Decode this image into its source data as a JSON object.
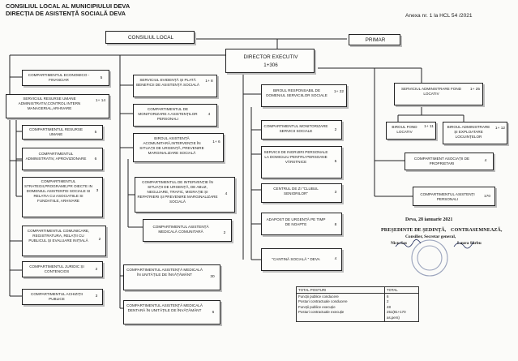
{
  "header": {
    "line1": "CONSILIUL LOCAL AL MUNICIPIULUI DEVA",
    "line2": "DIRECȚIA DE ASISTENȚĂ SOCIALĂ DEVA",
    "annex": "Anexa nr. 1 la HCL 54 /2021"
  },
  "consiliu_local": "CONSILIUL LOCAL",
  "primar": "PRIMAR",
  "director": {
    "label": "DIRECTOR EXECUTIV",
    "count": "1+306"
  },
  "left_units": [
    {
      "label": "COMPARTIMENTUL ECONOMICO - FINANCIAR",
      "count": "5"
    },
    {
      "label": "SERVICIUL RESURSE UMANE ADMINISTRATIV,CONTROL INTERN MANAGERIAL,ARHIVARE",
      "count": "1+ 14"
    },
    {
      "label": "COMPARTIMENTUL RESURSE UMANE",
      "count": "5"
    },
    {
      "label": "COMPARTIMENTUL ADMINISTRATIV, APROVIZIONARE",
      "count": "6"
    },
    {
      "label": "COMPARTIMENTUL STRATEGII,PROGRAME,PR OIECTE IN DOMENIUL ASISTENTEI SOCIALE SI RELATIA CU ASOCIATIILE SI FUNDATIILE, ARHIVARE",
      "count": "3"
    },
    {
      "label": "COMPARTIMENTUL COMUNICARE, REGISTRATURA, RELAȚII CU PUBLICUL ȘI EVALUARE INIȚIALĂ",
      "count": "2"
    },
    {
      "label": "COMPARTIMENTUL JURIDIC ȘI CONTENCIOS",
      "count": "2"
    },
    {
      "label": "COMPARTIMENTUL ACHIZIȚII PUBLICE",
      "count": "3"
    }
  ],
  "middle_units": [
    {
      "label": "SERVICIUL EVIDENȚĂ ȘI PLATĂ BENEFICII DE ASISTENȚĂ SOCIALĂ",
      "count": "1+ 8"
    },
    {
      "label": "COMPARTIMENTUL DE MONITORIZARE A ASISTENȚILOR PERSONALI",
      "count": "4"
    },
    {
      "label": "BIROUL ASISTENȚĂ ACOMUNITARĂ,INTERVENȚIE ÎN SITUAȚII DE URGENȚĂ, PREVENIRE MARGINALIZARE SOCIALĂ",
      "count": "1+ 6"
    },
    {
      "label": "COMPARTIMENTUL DE INTERVENȚIE ÎN SITUAȚII DE URGENȚĂ, DE ABUZ, NEGLIJARE, TRAFIC, MIGRAȚIE ȘI REPATRIERI ȘI PREVENIRE MARGINALIZARE SOCIALĂ",
      "count": "4"
    },
    {
      "label": "COMPARTIMENTUL ASISTENȚĂ MEDICALĂ COMUNITARĂ",
      "count": "2"
    },
    {
      "label": "COMPARTIMENTUL ASISTENȚĂ MEDICALĂ ÎN UNITĂȚILE DE ÎNVĂȚĂMÂNT",
      "count": "30"
    },
    {
      "label": "COMPARTIMENTUL ASISTENȚĂ MEDICALĂ DENTARĂ ÎN UNITĂȚILE DE ÎNVĂȚĂMÂNT",
      "count": "6"
    }
  ],
  "center_units": [
    {
      "label": "BIROUL RESPONSABIL DE DOMENIUL SERVICIILOR SOCIALE",
      "count": "1+ 22"
    },
    {
      "label": "COMPARTIMENTUL MONITORIZARE SERVICII SOCIALE",
      "count": "2"
    },
    {
      "label": "SERVICII DE INGRIJIRI PERSONALE LA DOMICILIU PENTRU PERSOANE VÂRSTNICE",
      "count": "5"
    },
    {
      "label": "CENTRUL DE ZI \"CLUBUL SENIORILOR\"",
      "count": "3"
    },
    {
      "label": "ADAPOST DE URGENȚĂ PE TIMP DE NOAPTE",
      "count": "8"
    },
    {
      "label": "\"CANTINĂ SOCIALĂ \" DEVA",
      "count": "4"
    }
  ],
  "right_units": {
    "service": {
      "label": "SERVICIUL ADMINISTRARE FOND LOCATIV",
      "count": "1+ 25"
    },
    "birou_fond": {
      "label": "BIROUL FOND LOCATIV",
      "count": "1+ 11"
    },
    "birou_admin": {
      "label": "BIROUL ADMINISTRARE ȘI EXPLOATARE LOCUINȚELOR",
      "count": "1+ 12"
    },
    "asociatii": {
      "label": "COMPARTIMENT ASOCIAȚII DE PROPRIETARI",
      "count": "4"
    },
    "asistenti": {
      "label": "COMPARTIMENTUL ASISTENȚI PERSONALI",
      "count": "170"
    }
  },
  "signature": {
    "date": "Deva, 28 ianuarie 2021",
    "president": "PREȘEDINTE DE ȘEDINȚĂ,",
    "president_name": "Nicu Sas",
    "countersign": "CONTRASEMNEAZĂ,",
    "secretary_title": "Consilier, Secretar general,",
    "secretary_name": "Laura Sârbu"
  },
  "totals": {
    "header_label": "TOTAL POSTURI",
    "header_value": "TOTAL",
    "rows": [
      {
        "label": "Funcții publice conducere",
        "value": "6"
      },
      {
        "label": "Posturi contractuale conducere",
        "value": "2"
      },
      {
        "label": "Funcții publice execuție",
        "value": "48"
      },
      {
        "label": "Posturi contractuale execuție",
        "value": "251(81+170 as.pers)"
      }
    ]
  },
  "colors": {
    "line": "#222222",
    "stamp": "#7a86a8",
    "shadow": "#bdbdbd"
  }
}
